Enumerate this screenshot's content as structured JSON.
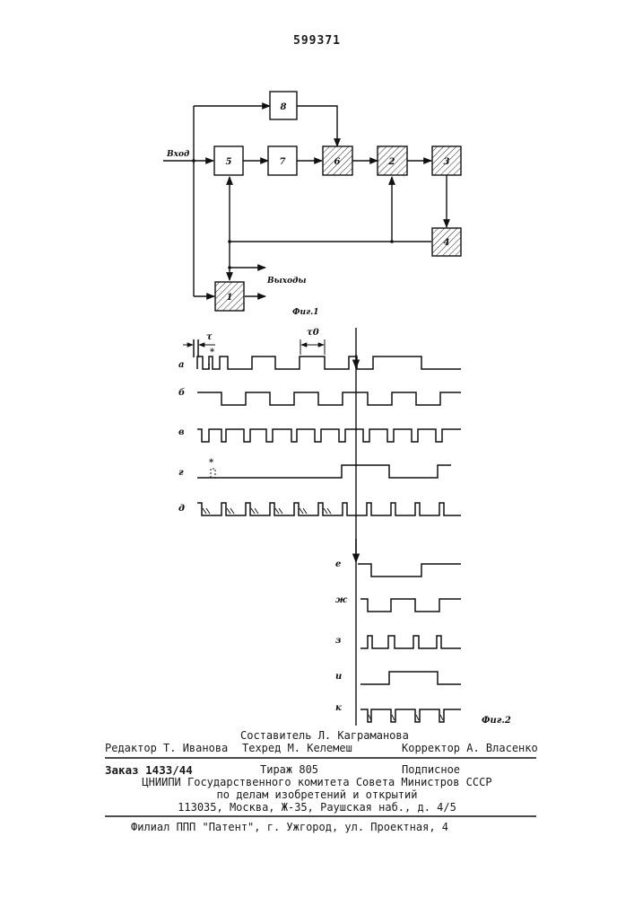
{
  "patent_number": "599371",
  "fig1": {
    "input_label": "Вход",
    "outputs_label": "Выходы",
    "caption": "Фиг.1",
    "blocks": [
      {
        "id": "block-1",
        "label": "1",
        "hatched": true
      },
      {
        "id": "block-2",
        "label": "2",
        "hatched": true
      },
      {
        "id": "block-3",
        "label": "3",
        "hatched": true
      },
      {
        "id": "block-4",
        "label": "4",
        "hatched": true
      },
      {
        "id": "block-5",
        "label": "5",
        "hatched": false
      },
      {
        "id": "block-6",
        "label": "6",
        "hatched": true
      },
      {
        "id": "block-7",
        "label": "7",
        "hatched": false
      },
      {
        "id": "block-8",
        "label": "8",
        "hatched": false
      }
    ]
  },
  "fig2": {
    "caption": "Фиг.2",
    "tau_label": "τ",
    "tau0_label": "τ0",
    "star_label": "*",
    "rows": [
      "а",
      "б",
      "в",
      "г",
      "д",
      "е",
      "ж",
      "з",
      "и",
      "к"
    ]
  },
  "imprint": {
    "compiler": "Составитель Л. Каграманова",
    "editor": "Редактор Т. Иванова",
    "techred": "Техред М. Келемеш",
    "corrector": "Корректор А. Власенко",
    "order": "Заказ 1433/44",
    "circulation": "Тираж 805",
    "subscription": "Подписное",
    "org_line1": "ЦНИИПИ Государственного комитета Совета Министров СССР",
    "org_line2": "по делам изобретений и открытий",
    "address": "113035, Москва, Ж-35, Раушская наб., д. 4/5",
    "branch": "Филиал ППП \"Патент\", г. Ужгород, ул. Проектная, 4"
  }
}
